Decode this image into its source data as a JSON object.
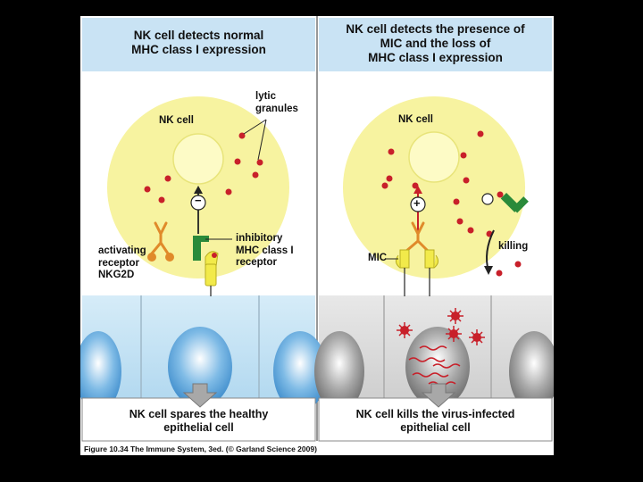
{
  "left_panel": {
    "title_line1": "NK cell detects normal",
    "title_line2": "MHC class I expression",
    "cell_label": "NK cell",
    "granules_label_line1": "lytic",
    "granules_label_line2": "granules",
    "signal_symbol": "−",
    "activating_receptor_line1": "activating",
    "activating_receptor_line2": "receptor",
    "activating_receptor_line3": "NKG2D",
    "inhibitory_receptor_line1": "inhibitory",
    "inhibitory_receptor_line2": "MHC class I",
    "inhibitory_receptor_line3": "receptor",
    "outcome_line1": "NK cell spares the healthy",
    "outcome_line2": "epithelial cell"
  },
  "right_panel": {
    "title_line1": "NK cell detects the presence of",
    "title_line2": "MIC and the loss of",
    "title_line3": "MHC class I expression",
    "cell_label": "NK cell",
    "signal_symbol": "+",
    "mic_label": "MIC",
    "killing_label": "killing",
    "outcome_line1": "NK cell kills the virus-infected",
    "outcome_line2": "epithelial cell"
  },
  "caption": "Figure 10.34 The Immune System, 3ed. (© Garland Science 2009)",
  "colors": {
    "header_bg": "#c9e3f4",
    "nk_cell": "#f7f3a0",
    "nucleus": "#fdfbc6",
    "granule": "#c8202a",
    "epithelium_healthy": "#bfe0f2",
    "epithelium_infected": "#d8d8d8",
    "nucleus_healthy": "#5aa4d8",
    "nucleus_infected": "#8a8a8a",
    "activating_receptor": "#e08a2a",
    "inhibitory_receptor": "#2a8a3a",
    "mhc_mic": "#f2ea4a"
  }
}
